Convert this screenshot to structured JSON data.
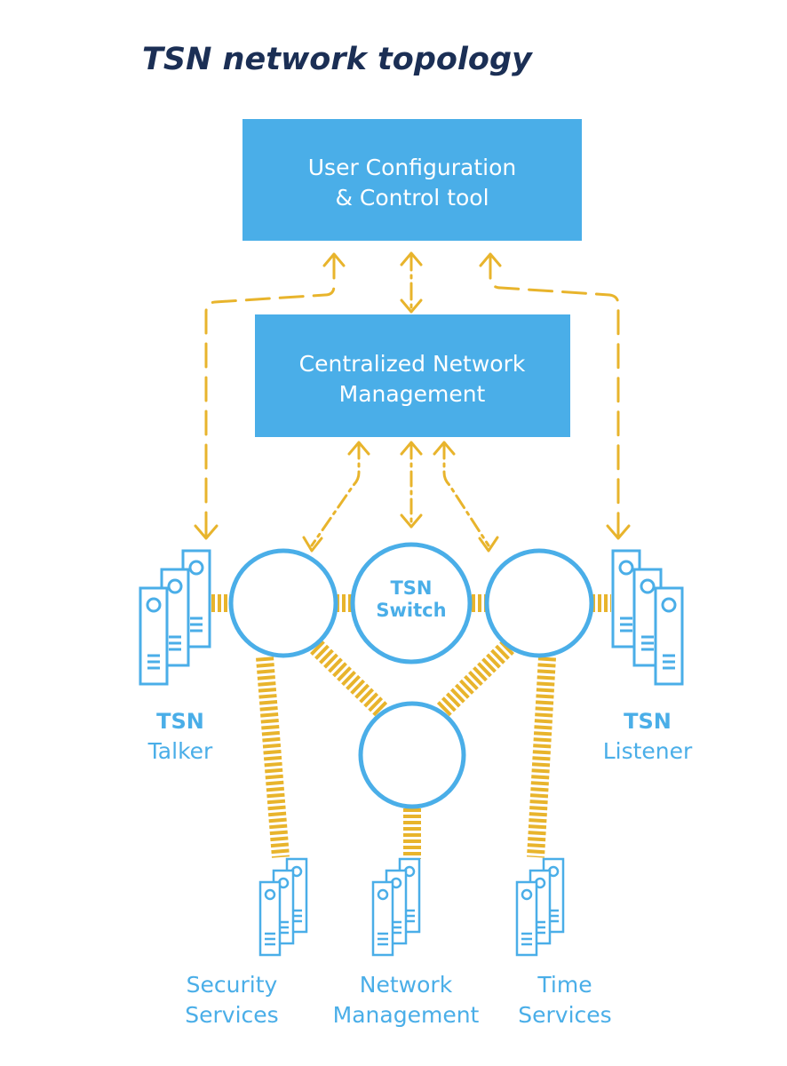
{
  "title": "TSN network topology",
  "boxes": {
    "config_tool": {
      "line1": "User Configuration",
      "line2": "& Control tool"
    },
    "cnm": {
      "line1": "Centralized Network",
      "line2": "Management"
    }
  },
  "switch_label": {
    "line1": "TSN",
    "line2": "Switch"
  },
  "talker": {
    "line1": "TSN",
    "line2": "Talker"
  },
  "listener": {
    "line1": "TSN",
    "line2": "Listener"
  },
  "bottom_labels": {
    "security": {
      "line1": "Security",
      "line2": "Services"
    },
    "network_mgmt": {
      "line1": "Network",
      "line2": "Management"
    },
    "time": {
      "line1": "Time",
      "line2": "Services"
    }
  },
  "icons": {
    "server": "server-stack-icon",
    "switch": "switch-node-icon"
  },
  "colors": {
    "title": "#1b2f55",
    "box_fill": "#4aaee8",
    "accent": "#4aaee8",
    "connector": "#e8b42c"
  }
}
